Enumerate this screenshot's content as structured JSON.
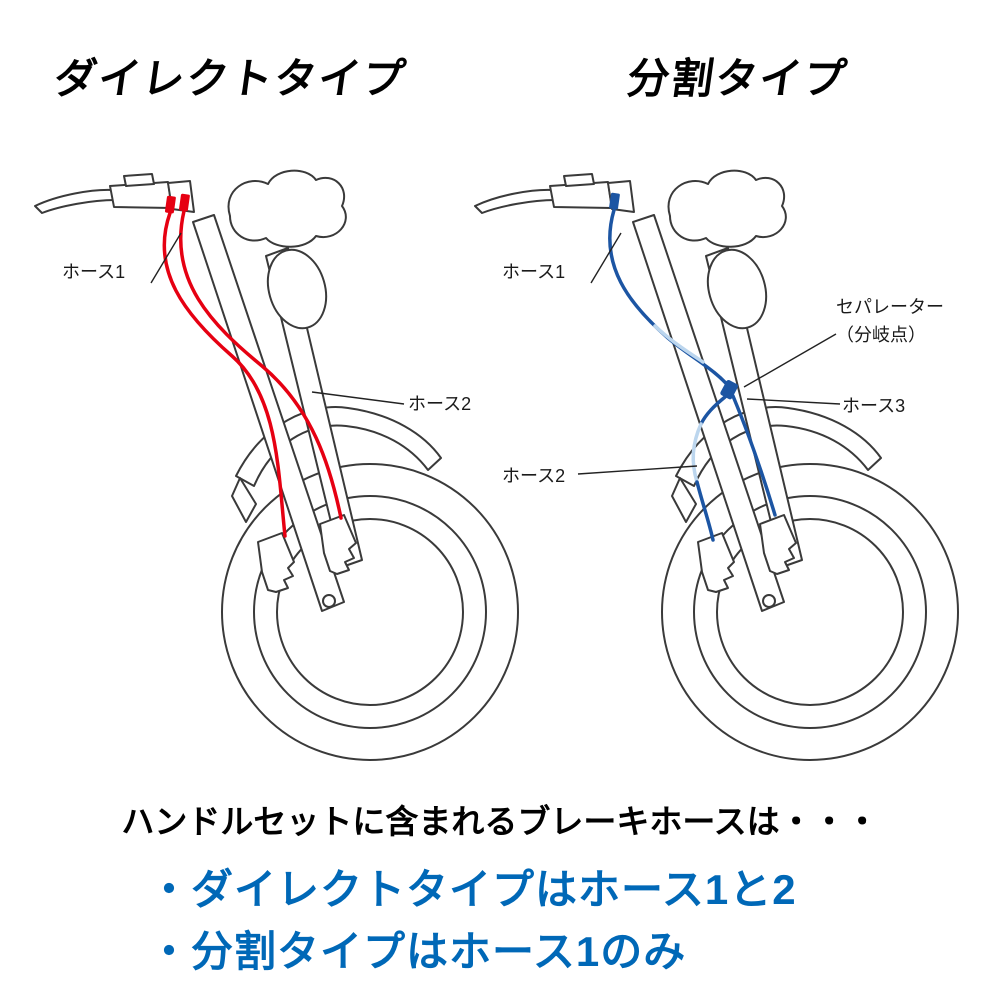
{
  "titles": {
    "left": "ダイレクトタイプ",
    "right": "分割タイプ"
  },
  "left_diagram": {
    "hose1_label": "ホース1",
    "hose2_label": "ホース2"
  },
  "right_diagram": {
    "hose1_label": "ホース1",
    "hose2_label": "ホース2",
    "hose3_label": "ホース3",
    "separator_line1": "セパレーター",
    "separator_line2": "（分岐点）"
  },
  "footer": {
    "intro": "ハンドルセットに含まれるブレーキホースは・・・",
    "bullet1": "・ダイレクトタイプはホース1と2",
    "bullet2": "・分割タイプはホース1のみ"
  },
  "colors": {
    "red_hose": "#e60012",
    "blue_hose": "#1c55a3",
    "light_blue_hose": "#bcd6ee",
    "bullet_text": "#0068b7",
    "outline": "#3a3a3a"
  }
}
